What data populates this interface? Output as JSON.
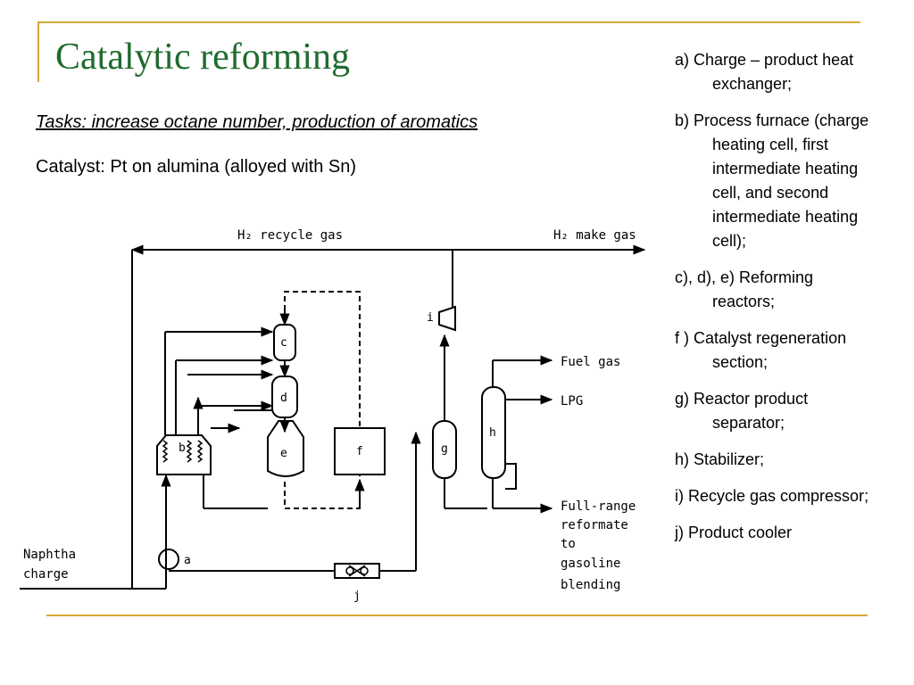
{
  "slide": {
    "title": "Catalytic reforming",
    "tasks": "Tasks: increase octane number, production of aromatics",
    "catalyst": "Catalyst: Pt on alumina (alloyed with Sn)"
  },
  "legend": [
    {
      "id": "a",
      "text": "a) Charge – product heat exchanger;"
    },
    {
      "id": "b",
      "text": "b) Process furnace (charge heating cell, first intermediate heating cell, and second intermediate heating cell);"
    },
    {
      "id": "cde",
      "text": "c), d), e) Reforming reactors;"
    },
    {
      "id": "f",
      "text": "f ) Catalyst regeneration section;"
    },
    {
      "id": "g",
      "text": "g) Reactor product separator;"
    },
    {
      "id": "h",
      "text": "h) Stabilizer;"
    },
    {
      "id": "i",
      "text": "i)      Recycle gas compressor;"
    },
    {
      "id": "j",
      "text": "j) Product cooler"
    }
  ],
  "diagram": {
    "h2_recycle_gas": "H₂ recycle gas",
    "h2_make_gas": "H₂ make gas",
    "fuel_gas": "Fuel gas",
    "lpg": "LPG",
    "full_range_1": "Full-range",
    "full_range_2": "reformate",
    "full_range_3": "to",
    "full_range_4": "gasoline",
    "full_range_5": "blending",
    "naphtha_1": "Naphtha",
    "naphtha_2": "charge",
    "unit_a": "a",
    "unit_b": "b",
    "unit_c": "c",
    "unit_d": "d",
    "unit_e": "e",
    "unit_f": "f",
    "unit_g": "g",
    "unit_h": "h",
    "unit_i": "i",
    "unit_j": "j"
  },
  "colors": {
    "accent_rule": "#d4a836",
    "title_green": "#1f6b2e"
  }
}
